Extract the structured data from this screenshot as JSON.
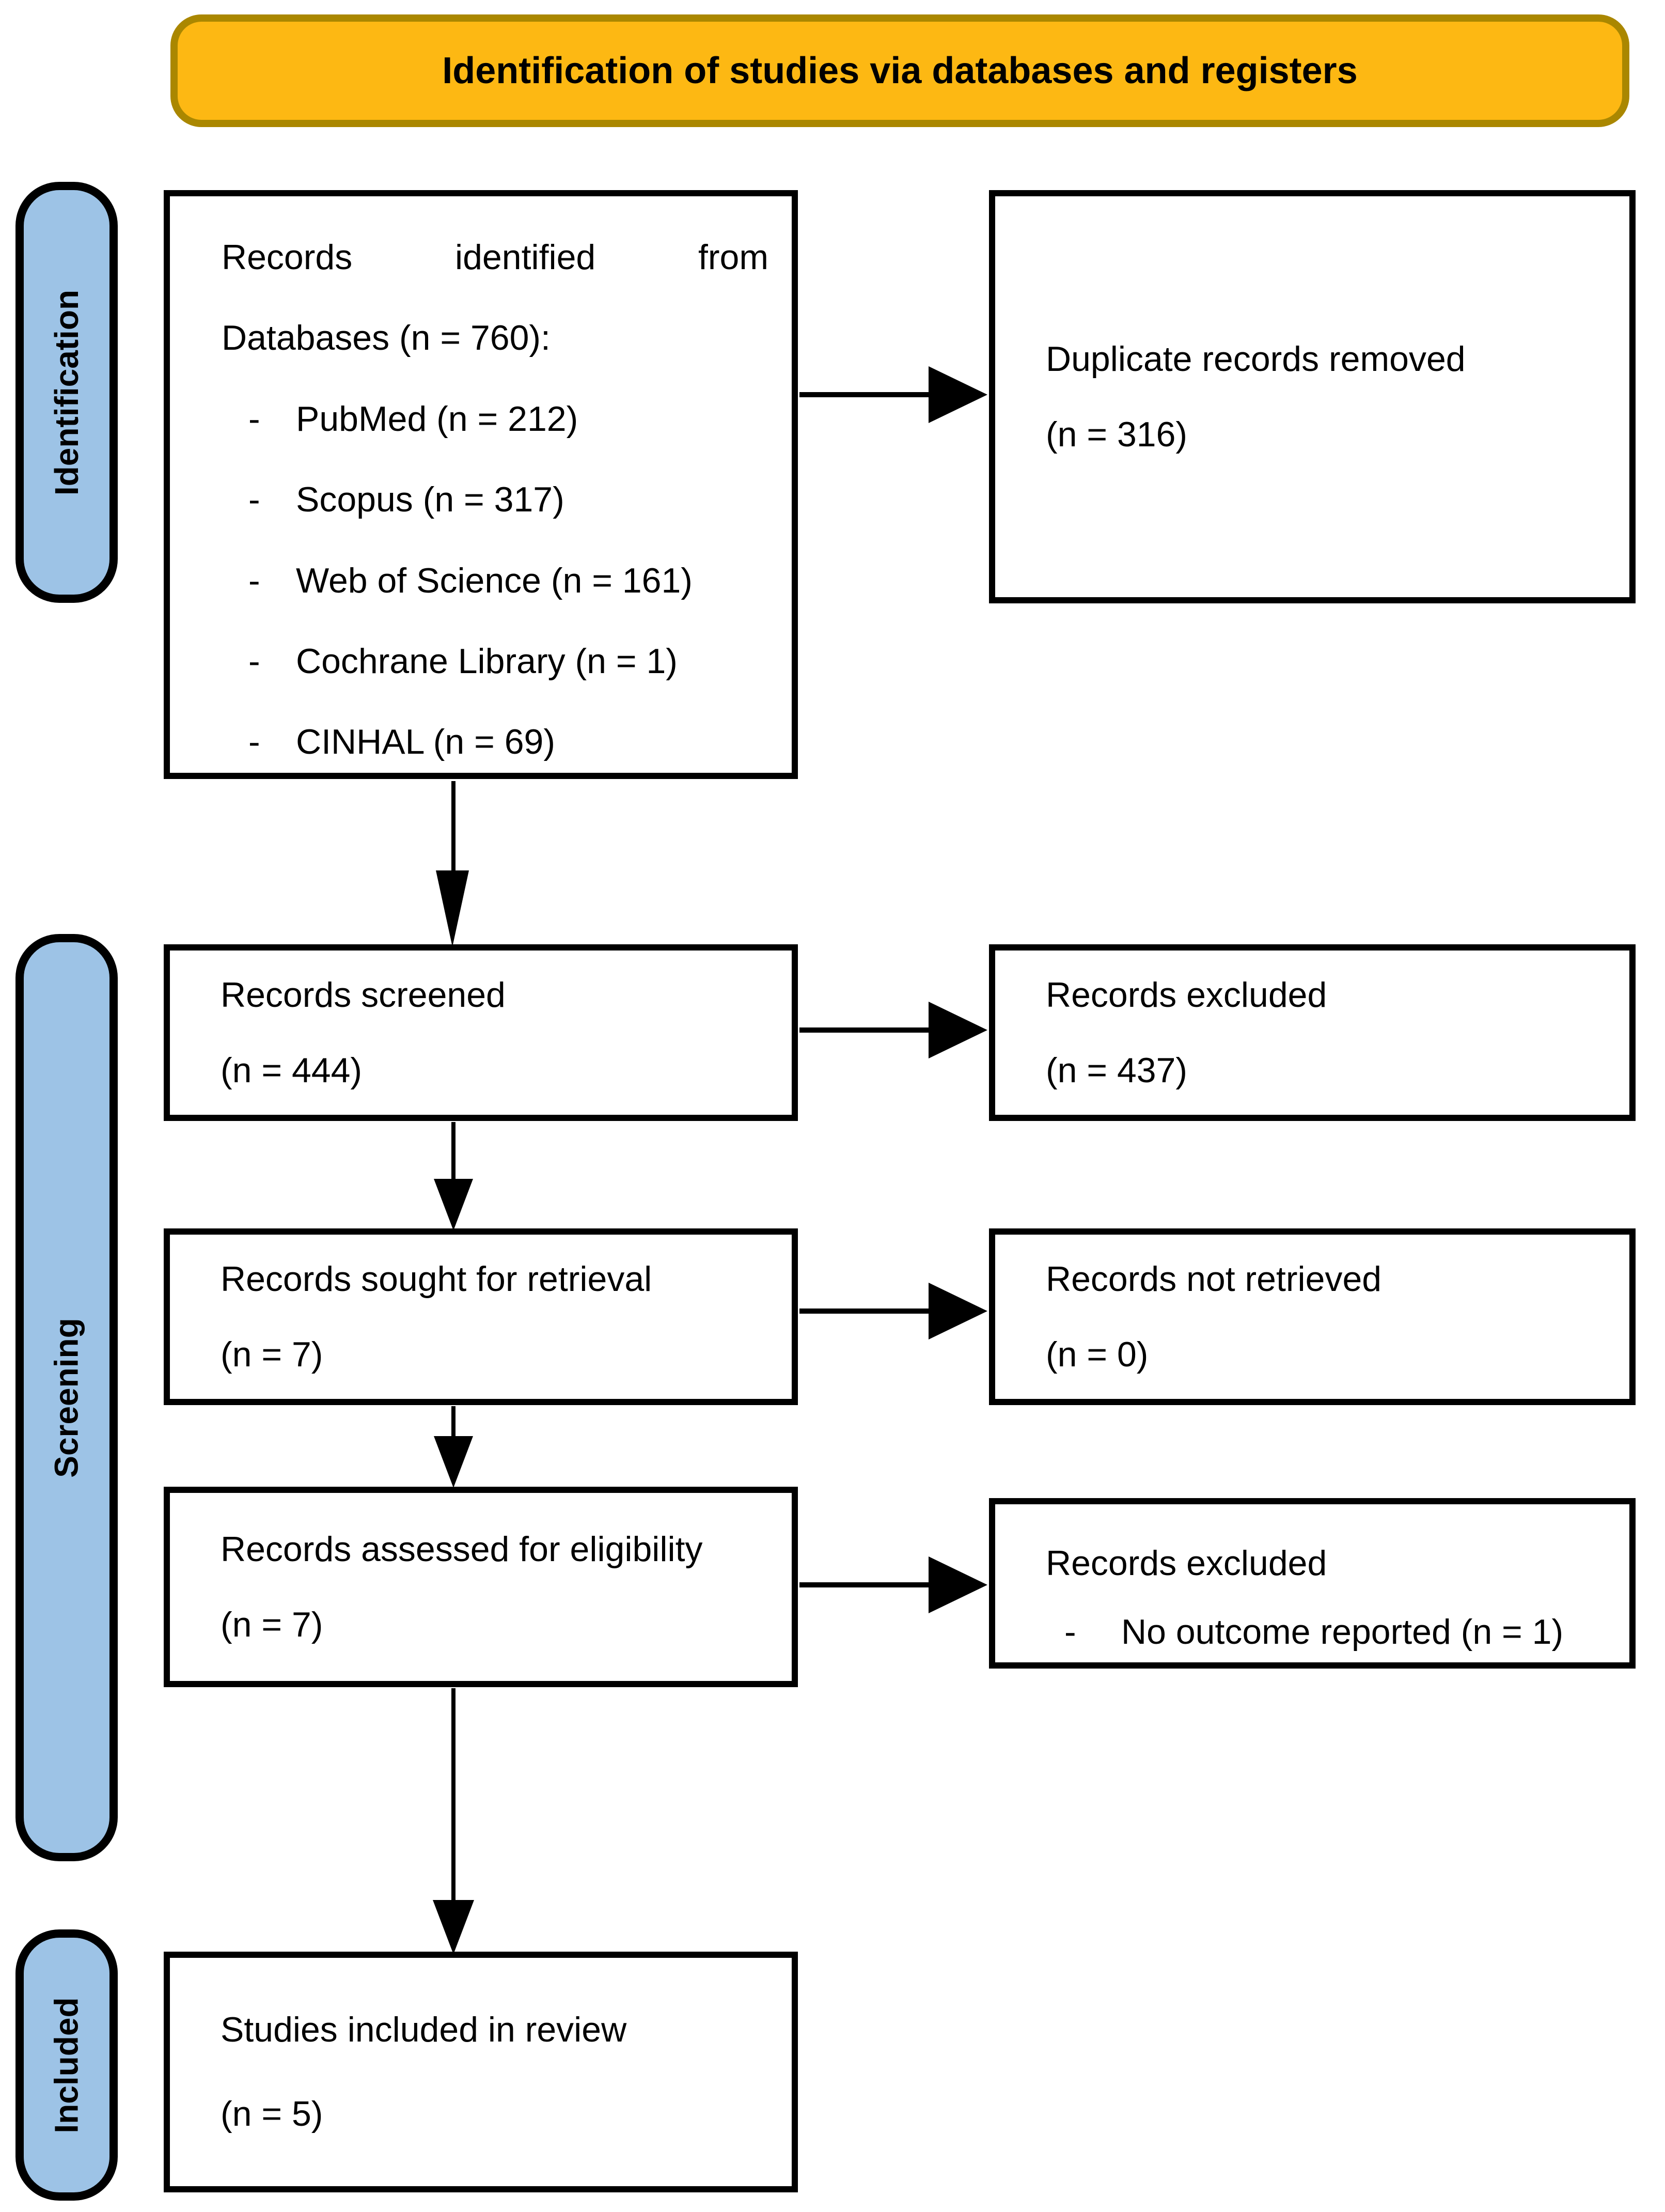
{
  "banner": {
    "title": "Identification of studies via databases and registers"
  },
  "sidebar": {
    "identification": "Identification",
    "screening": "Screening",
    "included": "Included"
  },
  "boxes": {
    "identified": {
      "line1_words": [
        "Records",
        "identified",
        "from"
      ],
      "line2": "Databases (n = 760):",
      "bullet": "-",
      "items": [
        "PubMed (n = 212)",
        "Scopus (n = 317)",
        "Web of Science (n = 161)",
        "Cochrane Library (n = 1)",
        "CINHAL (n = 69)"
      ]
    },
    "duplicates": {
      "line1": "Duplicate records removed",
      "line2": "(n = 316)"
    },
    "screened": {
      "line1": "Records screened",
      "line2": "(n = 444)"
    },
    "excluded1": {
      "line1": "Records excluded",
      "line2": "(n = 437)"
    },
    "sought": {
      "line1": "Records sought for retrieval",
      "line2": "(n = 7)"
    },
    "not_retrieved": {
      "line1": "Records not retrieved",
      "line2": "(n = 0)"
    },
    "assessed": {
      "line1": "Records assessed for eligibility",
      "line2": "(n = 7)"
    },
    "excluded2": {
      "line1": "Records excluded",
      "bullet": "-",
      "item": "No outcome reported (n = 1)"
    },
    "included": {
      "line1": "Studies included in review",
      "line2": "(n = 5)"
    }
  },
  "colors": {
    "banner_fill": "#FDB813",
    "banner_border": "#AA8700",
    "sidebar_fill": "#9DC3E6",
    "box_border": "#000000",
    "arrow": "#000000"
  }
}
